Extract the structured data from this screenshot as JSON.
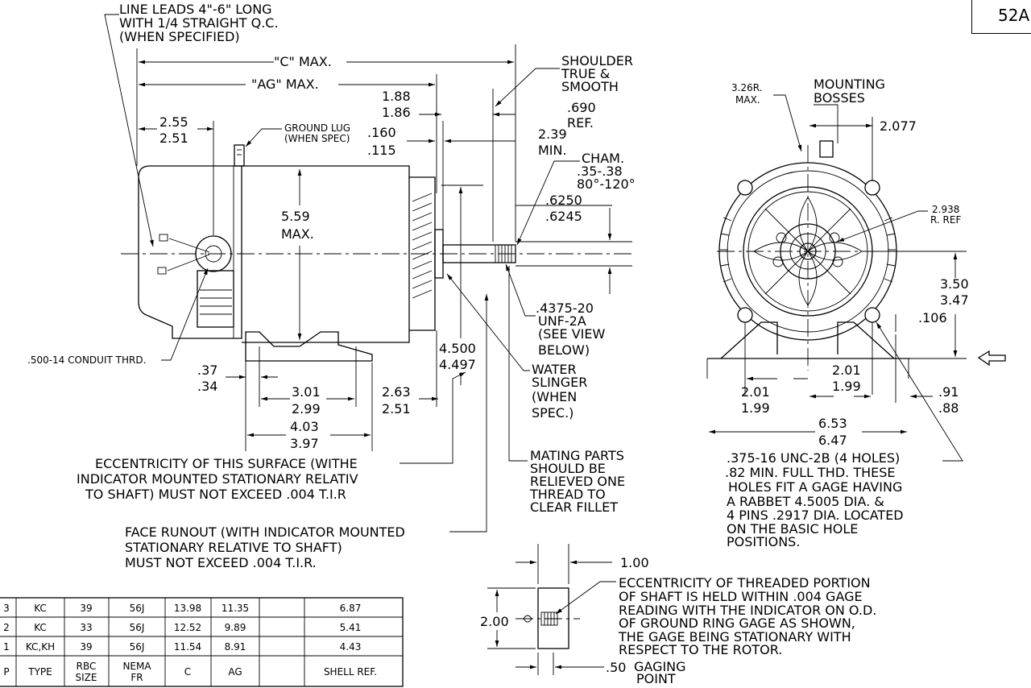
{
  "title_block": {
    "drawing_number": "52A"
  },
  "side_view": {
    "notes": {
      "line_leads": [
        "LINE LEADS 4\"-6\" LONG",
        "WITH 1/4 STRAIGHT Q.C.",
        "(WHEN SPECIFIED)"
      ],
      "ground_lug": [
        "GROUND LUG",
        "(WHEN SPEC)"
      ],
      "shoulder": [
        "SHOULDER",
        "TRUE &",
        "SMOOTH"
      ],
      "chamfer": [
        "CHAM.",
        ".35-.38",
        "80°-120°"
      ],
      "thread": [
        ".4375-20",
        "UNF-2A",
        "(SEE VIEW",
        "BELOW)"
      ],
      "water_slinger": [
        "WATER",
        "SLINGER",
        "(WHEN",
        "SPEC.)"
      ],
      "mating_parts": [
        "MATING PARTS",
        "SHOULD BE",
        "RELIEVED ONE",
        "THREAD TO",
        "CLEAR FILLET"
      ],
      "conduit": ".500-14 CONDUIT THRD.",
      "eccentricity": [
        "ECCENTRICITY OF THIS SURFACE (WITHE",
        "INDICATOR MOUNTED STATIONARY RELATIV",
        "TO SHAFT) MUST NOT EXCEED .004 T.I.R"
      ],
      "face_runout": [
        "FACE RUNOUT (WITH INDICATOR MOUNTED",
        "STATIONARY RELATIVE TO SHAFT)",
        "MUST NOT EXCEED .004 T.I.R."
      ]
    },
    "dims": {
      "c_max": "\"C\" MAX.",
      "ag_max": "\"AG\" MAX.",
      "d_188": "1.88",
      "d_186": "1.86",
      "d_690": ".690",
      "d_ref": "REF.",
      "d_160": ".160",
      "d_115": ".115",
      "d_239": "2.39",
      "d_min": "MIN.",
      "d_255": "2.55",
      "d_251": "2.51",
      "d_559": "5.59",
      "d_max": "MAX.",
      "d_6250": ".6250",
      "d_6245": ".6245",
      "d_4500": "4.500",
      "d_4497": "4.497",
      "d_37": ".37",
      "d_34": ".34",
      "d_301": "3.01",
      "d_299": "2.99",
      "d_263": "2.63",
      "d_251b": "2.51",
      "d_403": "4.03",
      "d_397": "3.97"
    }
  },
  "end_view": {
    "notes": {
      "radius": [
        "3.26R.",
        "MAX."
      ],
      "bosses": [
        "MOUNTING",
        "BOSSES"
      ],
      "ref_radius": [
        "2.938",
        "R. REF"
      ],
      "holes": [
        ".375-16 UNC-2B (4 HOLES)",
        ".82 MIN. FULL THD.  THESE",
        "HOLES FIT A GAGE HAVING",
        "A RABBET 4.5005 DIA. &",
        "4 PINS .2917 DIA. LOCATED",
        "ON THE BASIC HOLE",
        "POSITIONS."
      ]
    },
    "dims": {
      "d_2077": "2.077",
      "d_350": "3.50",
      "d_347": "3.47",
      "d_106": ".106",
      "d_201a": "2.01",
      "d_199a": "1.99",
      "d_201b": "2.01",
      "d_199b": "1.99",
      "d_91": ".91",
      "d_88": ".88",
      "d_653": "6.53",
      "d_647": "6.47"
    }
  },
  "gage_view": {
    "d_100": "1.00",
    "d_200": "2.00",
    "d_50": ".50",
    "gaging_point": [
      "GAGING",
      "POINT"
    ],
    "note": [
      "ECCENTRICITY OF THREADED PORTION",
      "OF SHAFT IS HELD WITHIN .004 GAGE",
      "READING WITH THE INDICATOR ON O.D.",
      "OF GROUND RING GAGE AS SHOWN,",
      "THE GAGE BEING STATIONARY WITH",
      "RESPECT TO THE ROTOR."
    ]
  },
  "table": {
    "rows": [
      [
        "3",
        "KC",
        "39",
        "56J",
        "13.98",
        "11.35",
        "",
        "6.87"
      ],
      [
        "2",
        "KC",
        "33",
        "56J",
        "12.52",
        "9.89",
        "",
        "5.41"
      ],
      [
        "1",
        "KC,KH",
        "39",
        "56J",
        "11.54",
        "8.91",
        "",
        "4.43"
      ]
    ],
    "header": [
      "P",
      "TYPE",
      "RBC SIZE",
      "NEMA FR",
      "C",
      "AG",
      "",
      "SHELL REF."
    ],
    "header_top": [
      "",
      "",
      "RBC",
      "NEMA",
      "",
      "",
      "",
      ""
    ],
    "header_bottom": [
      "",
      "",
      "SIZE",
      "FR",
      "",
      "",
      "",
      ""
    ]
  }
}
